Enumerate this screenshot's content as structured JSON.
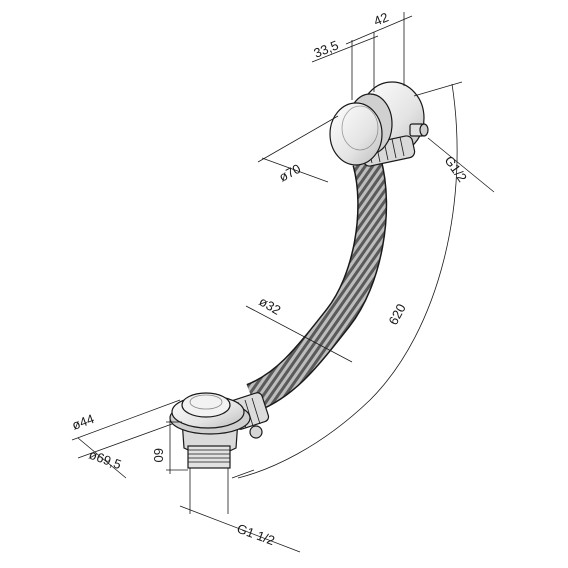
{
  "dimensions": {
    "width_33_5": "33,5",
    "width_42": "42",
    "diameter_70": "ø70",
    "thread_g1_2": "G1/2",
    "hose_diameter_32": "ø32",
    "length_620": "620",
    "diameter_44": "ø44",
    "diameter_69_5": "ø69,5",
    "height_60": "60",
    "thread_g1_1_2": "G1 1/2"
  },
  "colors": {
    "ink": "#1a1a1a",
    "hose_dark": "#3a3a3a",
    "metal_light": "#e6e6e6"
  }
}
